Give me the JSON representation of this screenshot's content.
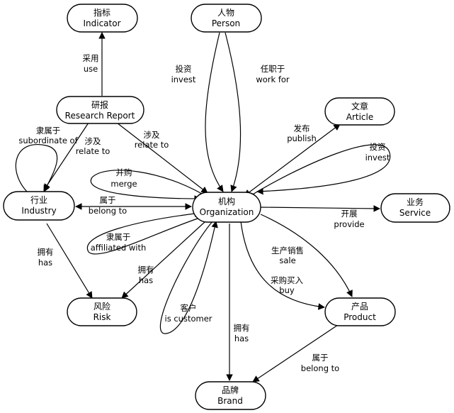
{
  "nodes": {
    "indicator": {
      "zh": "指标",
      "en": "Indicator"
    },
    "person": {
      "zh": "人物",
      "en": "Person"
    },
    "research_report": {
      "zh": "研报",
      "en": "Research Report"
    },
    "article": {
      "zh": "文章",
      "en": "Article"
    },
    "industry": {
      "zh": "行业",
      "en": "Industry"
    },
    "organization": {
      "zh": "机构",
      "en": "Organization"
    },
    "service": {
      "zh": "业务",
      "en": "Service"
    },
    "risk": {
      "zh": "风险",
      "en": "Risk"
    },
    "product": {
      "zh": "产品",
      "en": "Product"
    },
    "brand": {
      "zh": "品牌",
      "en": "Brand"
    }
  },
  "edges": {
    "report_indicator": {
      "zh": "采用",
      "en": "use"
    },
    "person_org_invest": {
      "zh": "投资",
      "en": "invest"
    },
    "person_org_work": {
      "zh": "任职于",
      "en": "work for"
    },
    "industry_self": {
      "zh": "隶属于",
      "en": "subordinate of"
    },
    "report_industry": {
      "zh": "涉及",
      "en": "relate to"
    },
    "report_org": {
      "zh": "涉及",
      "en": "relate to"
    },
    "org_article": {
      "zh": "发布",
      "en": "publish"
    },
    "org_self_invest": {
      "zh": "投资",
      "en": "invest"
    },
    "org_self_merge": {
      "zh": "并购",
      "en": "merge"
    },
    "org_industry": {
      "zh": "属于",
      "en": "belong to"
    },
    "org_service": {
      "zh": "开展",
      "en": "provide"
    },
    "org_self_affiliated": {
      "zh": "隶属于",
      "en": "affiliated with"
    },
    "industry_risk": {
      "zh": "拥有",
      "en": "has"
    },
    "org_risk": {
      "zh": "拥有",
      "en": "has"
    },
    "org_self_customer": {
      "zh": "客户",
      "en": "is customer"
    },
    "org_brand": {
      "zh": "拥有",
      "en": "has"
    },
    "org_product_sale": {
      "zh": "生产销售",
      "en": "sale"
    },
    "org_product_buy": {
      "zh": "采购买入",
      "en": "buy"
    },
    "product_brand": {
      "zh": "属于",
      "en": "belong to"
    }
  }
}
